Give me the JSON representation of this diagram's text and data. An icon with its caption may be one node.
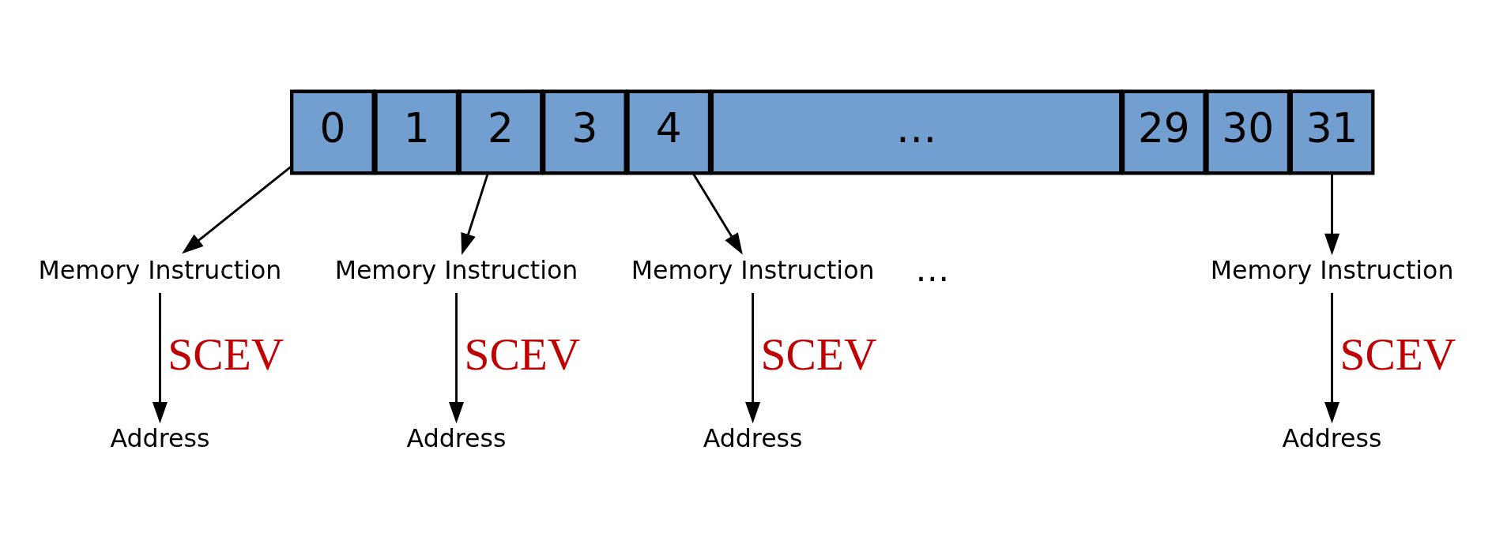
{
  "diagram": {
    "nodes": [
      {
        "text": [
          "0"
        ]
      },
      {
        "text": [
          "1"
        ]
      },
      {
        "text": [
          "2"
        ]
      },
      {
        "text": [
          "3"
        ]
      },
      {
        "text": [
          "4"
        ]
      },
      {
        "text": [
          "…"
        ]
      },
      {
        "text": [
          "29"
        ]
      },
      {
        "text": [
          "30"
        ]
      },
      {
        "text": [
          "31"
        ]
      },
      {
        "text": [
          "Memory Instruction"
        ]
      },
      {
        "text": [
          "Memory Instruction"
        ]
      },
      {
        "text": [
          "Memory Instruction"
        ]
      },
      {
        "text": [
          "Memory Instruction"
        ]
      },
      {
        "text": [
          "Address"
        ]
      },
      {
        "text": [
          "Address"
        ]
      },
      {
        "text": [
          "Address"
        ]
      },
      {
        "text": [
          "Address"
        ]
      }
    ],
    "edges": [
      {
        "from": 0,
        "to": 9,
        "arrow": "to"
      },
      {
        "from": 2,
        "to": 10,
        "arrow": "to"
      },
      {
        "from": 4,
        "to": 11,
        "arrow": "to"
      },
      {
        "from": 8,
        "to": 12,
        "arrow": "to"
      },
      {
        "from": 9,
        "to": 13,
        "arrow": "to",
        "label": "SCEV"
      },
      {
        "from": 10,
        "to": 14,
        "arrow": "to",
        "label": "SCEV"
      },
      {
        "from": 11,
        "to": 15,
        "arrow": "to",
        "label": "SCEV"
      },
      {
        "from": 12,
        "to": 16,
        "arrow": "to",
        "label": "SCEV"
      }
    ],
    "labels": [
      "…"
    ]
  }
}
